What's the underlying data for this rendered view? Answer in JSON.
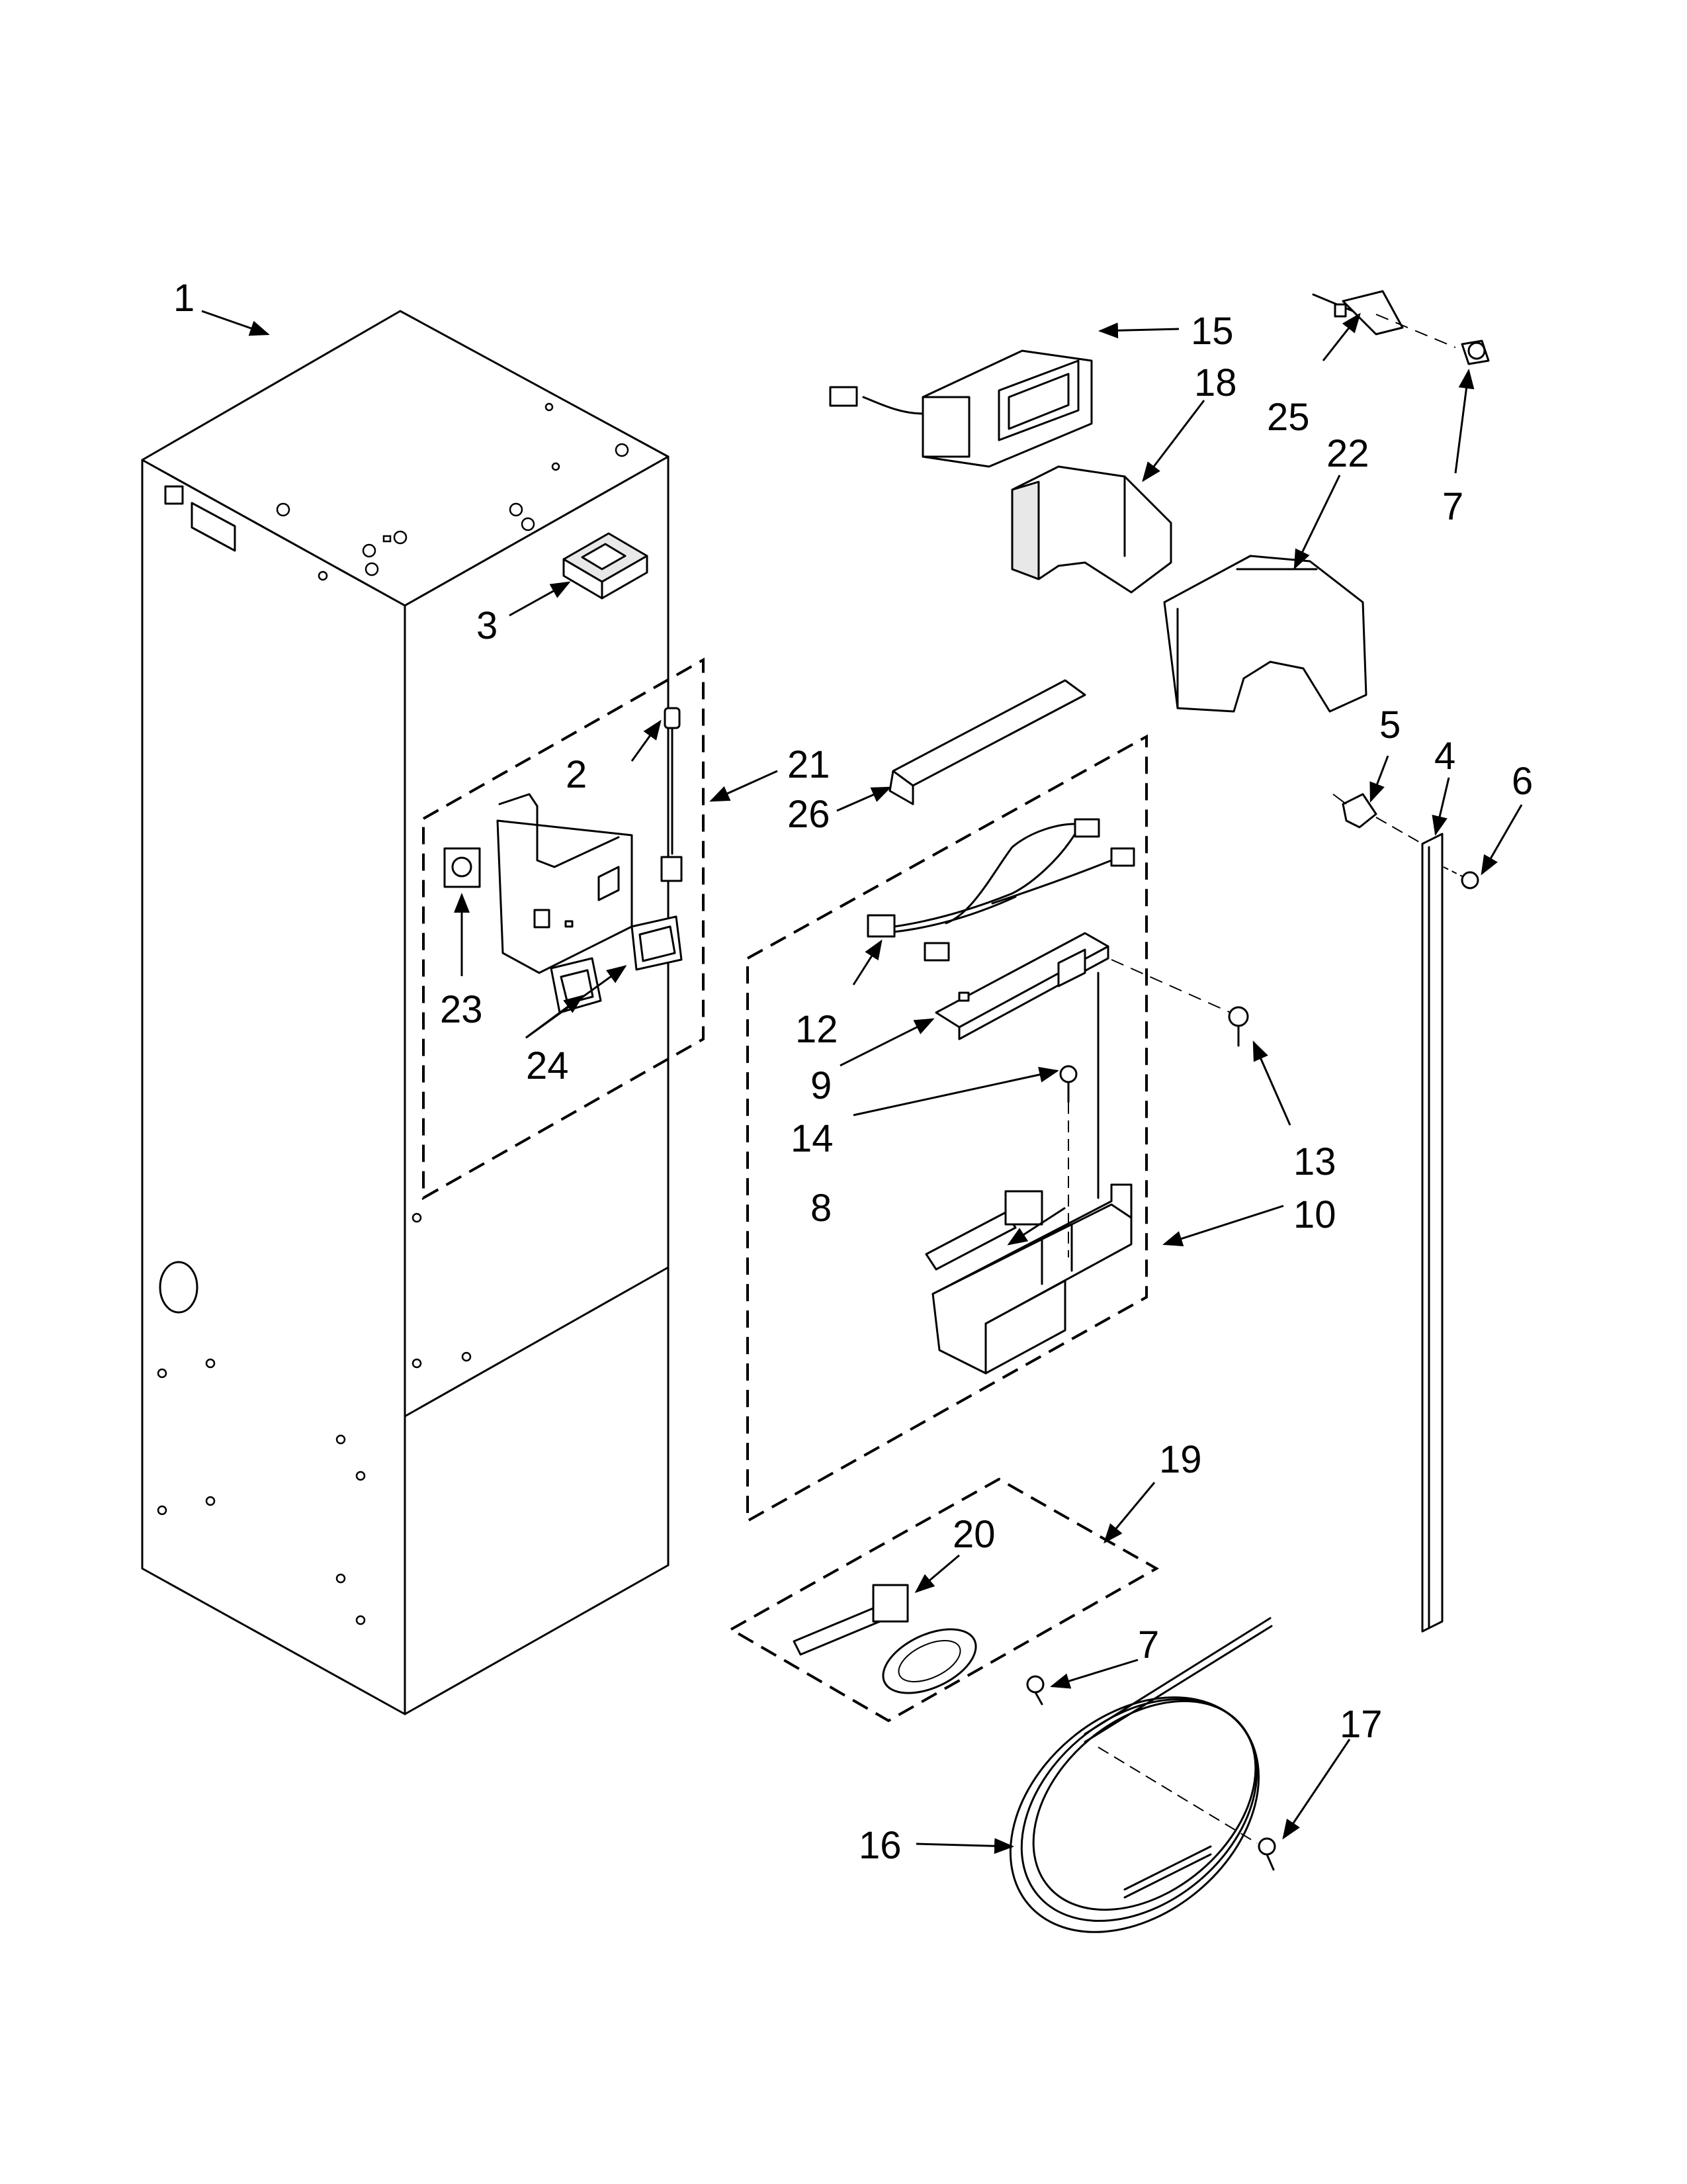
{
  "callouts": {
    "c1": "1",
    "c2": "2",
    "c3": "3",
    "c4": "4",
    "c5": "5",
    "c6": "6",
    "c7a": "7",
    "c7b": "7",
    "c8": "8",
    "c9": "9",
    "c10": "10",
    "c12": "12",
    "c13": "13",
    "c14": "14",
    "c15": "15",
    "c16": "16",
    "c17": "17",
    "c18": "18",
    "c19": "19",
    "c20": "20",
    "c21": "21",
    "c22": "22",
    "c23": "23",
    "c24": "24",
    "c25": "25",
    "c26": "26"
  }
}
